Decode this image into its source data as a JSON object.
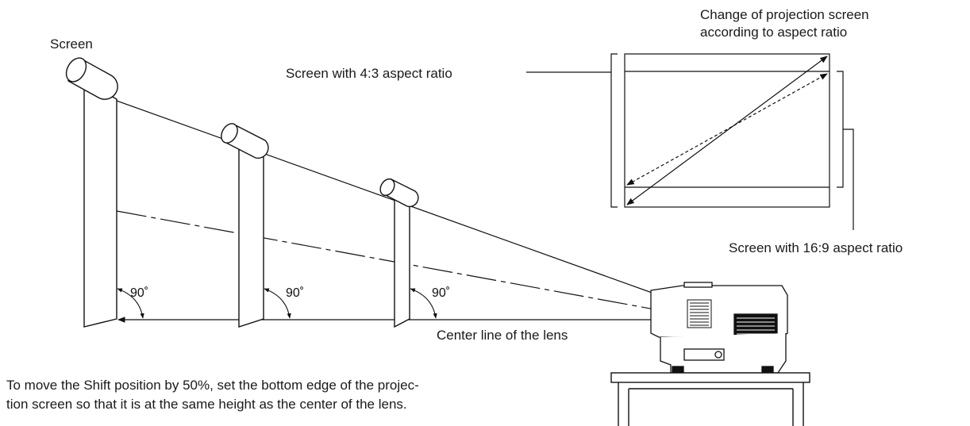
{
  "labels": {
    "screen": "Screen",
    "screen_4_3": "Screen with 4:3 aspect ratio",
    "change_line1": "Change of projection screen",
    "change_line2": "according to aspect ratio",
    "screen_16_9": "Screen with 16:9 aspect ratio",
    "center_line": "Center line of the lens",
    "angle": "90˚"
  },
  "note": {
    "line1": "To move the Shift position by 50%, set the bottom edge of the projec-",
    "line2": "tion screen so that it is at the same height as the center of the lens."
  }
}
